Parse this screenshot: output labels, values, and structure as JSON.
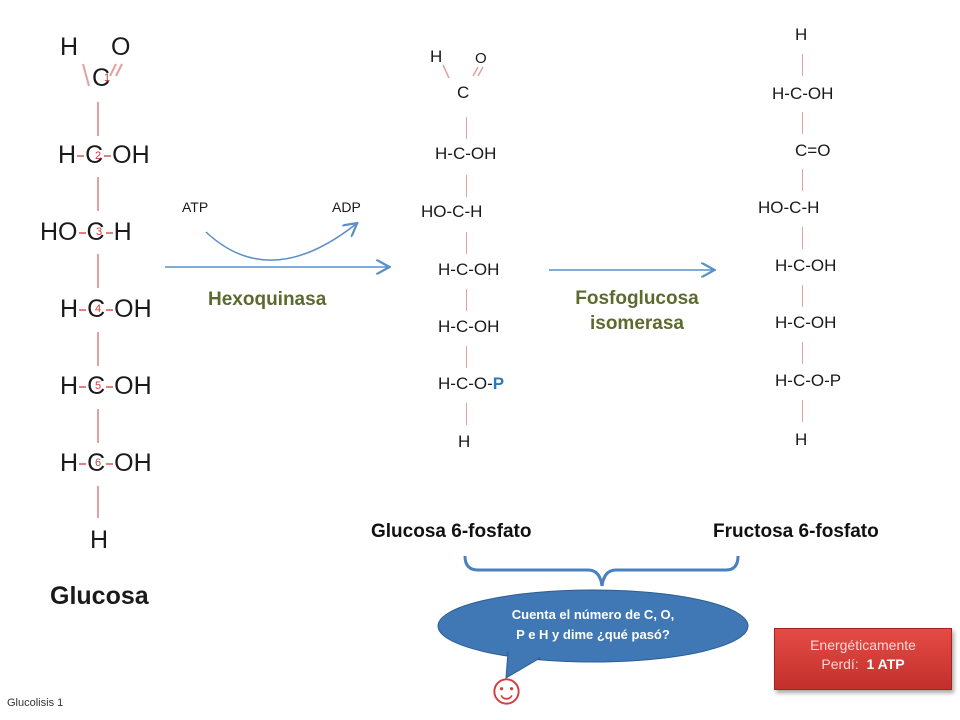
{
  "glucose": {
    "top_h": "H",
    "top_o": "O",
    "c1": "C",
    "rows": [
      "H",
      "C",
      "OH",
      "HO",
      "C",
      "H",
      "H",
      "C",
      "OH",
      "H",
      "C",
      "OH",
      "H",
      "C",
      "OH"
    ],
    "bottom_h": "H",
    "carbon_numbers": [
      "1",
      "2",
      "3",
      "4",
      "5",
      "6"
    ],
    "name": "Glucosa"
  },
  "reaction1": {
    "atp": "ATP",
    "adp": "ADP",
    "enzyme": "Hexoquinasa"
  },
  "g6p": {
    "top_h": "H",
    "top_o": "O",
    "c1": "C",
    "r2": "H-C-OH",
    "r3": "HO-C-H",
    "r4": "H-C-OH",
    "r5": "H-C-OH",
    "r6_prefix": "H-C-O-",
    "r6_p": "P",
    "bottom_h": "H",
    "name": "Glucosa 6-fosfato"
  },
  "reaction2": {
    "enzyme_line1": "Fosfoglucosa",
    "enzyme_line2": "isomerasa"
  },
  "f6p": {
    "top_h": "H",
    "r1": "H-C-OH",
    "r2": "C=O",
    "r3": "HO-C-H",
    "r4": "H-C-OH",
    "r5": "H-C-OH",
    "r6": "H-C-O-P",
    "bottom_h": "H",
    "name": "Fructosa 6-fosfato"
  },
  "bubble": {
    "line1": "Cuenta el número de C, O,",
    "line2": "P e H y dime ¿qué pasó?"
  },
  "smiley": "☺",
  "energy": {
    "line1": "Energéticamente",
    "line2_label": "Perdí:",
    "line2_value": "1 ATP"
  },
  "footer": "Glucolisis 1",
  "colors": {
    "arrow": "#5b8fc9",
    "bubble": "#3f78b5",
    "bond": "#e4a0a0",
    "energy_box": "#d83c36",
    "enzyme_label": "#5b6b2e"
  }
}
